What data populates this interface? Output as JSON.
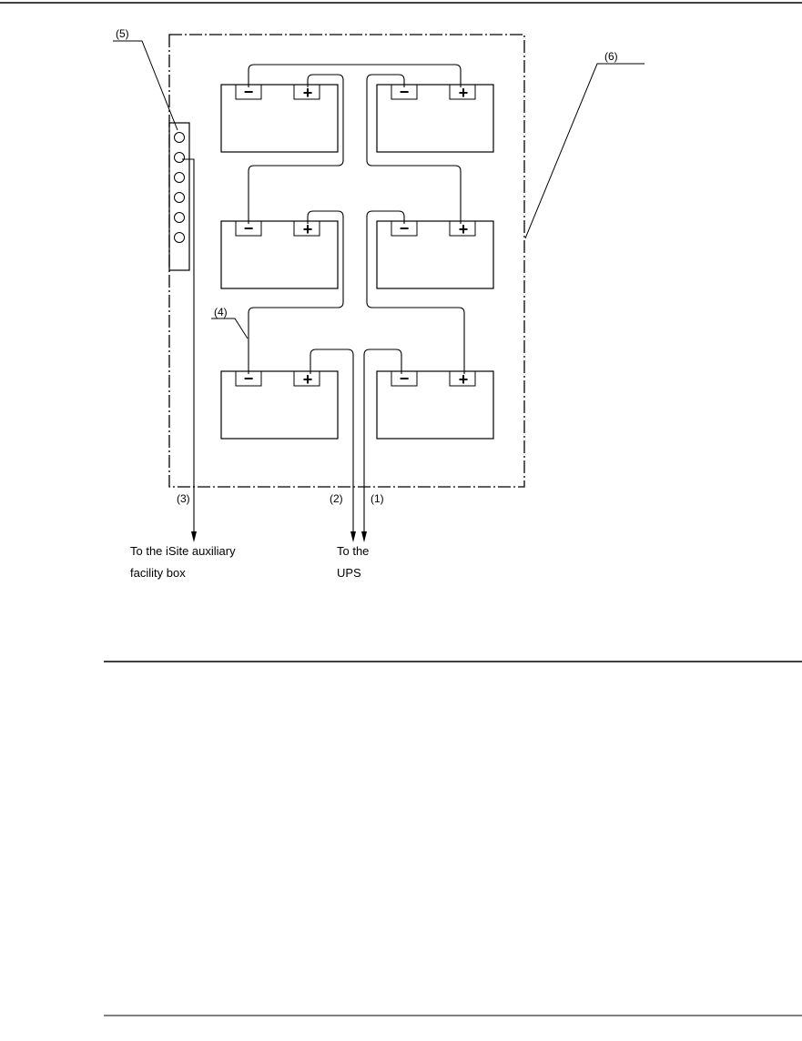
{
  "callouts": {
    "c1": "(1)",
    "c2": "(2)",
    "c3": "(3)",
    "c4": "(4)",
    "c5": "(5)",
    "c6": "(6)"
  },
  "destinations": {
    "aux_box_line1": "To the iSite auxiliary",
    "aux_box_line2": "facility box",
    "ups_line1": "To the",
    "ups_line2": "UPS"
  },
  "terminal_symbols": {
    "negative": "−",
    "positive": "+"
  },
  "terminal_block_hole_count": 6
}
